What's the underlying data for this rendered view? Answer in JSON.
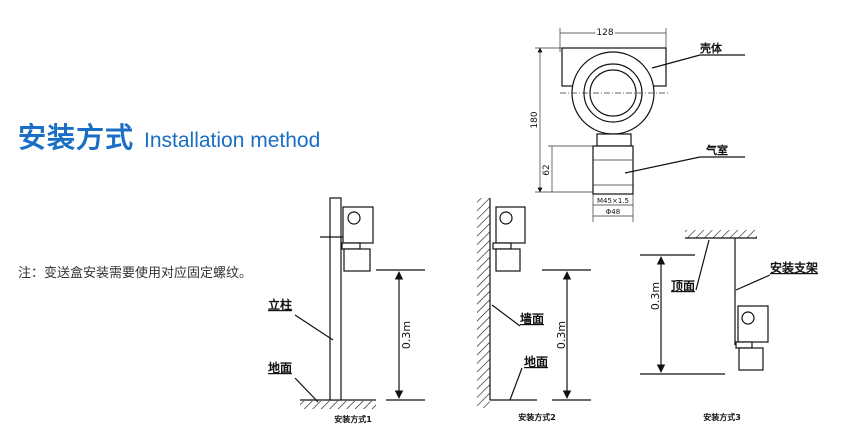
{
  "heading": {
    "zh": "安装方式",
    "en": "Installation method"
  },
  "note": "注：变送盒安装需要使用对应固定螺纹。",
  "top_drawing": {
    "width_dim": "128",
    "height_dim": "180",
    "chamber_dim": "62",
    "thread": "M45×1.5",
    "diameter": "Φ48",
    "label_housing": "壳体",
    "label_chamber": "气室"
  },
  "methods": [
    {
      "caption": "安装方式1",
      "height": "0.3m",
      "label_post": "立柱",
      "label_ground": "地面"
    },
    {
      "caption": "安装方式2",
      "height": "0.3m",
      "label_wall": "墙面",
      "label_ground": "地面"
    },
    {
      "caption": "安装方式3",
      "height": "0.3m",
      "label_ceiling": "顶面",
      "label_bracket": "安装支架"
    }
  ]
}
